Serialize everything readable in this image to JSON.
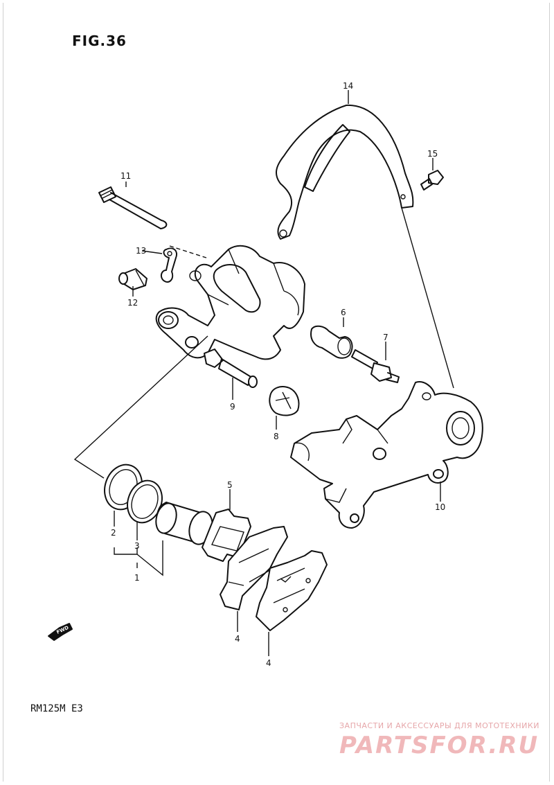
{
  "figure": {
    "title": "FIG.36"
  },
  "model": "RM125M E3",
  "direction_marker": "FWD",
  "callouts": [
    {
      "num": "1"
    },
    {
      "num": "2"
    },
    {
      "num": "3"
    },
    {
      "num": "4"
    },
    {
      "num": "4"
    },
    {
      "num": "5"
    },
    {
      "num": "6"
    },
    {
      "num": "7"
    },
    {
      "num": "8"
    },
    {
      "num": "9"
    },
    {
      "num": "10"
    },
    {
      "num": "11"
    },
    {
      "num": "12"
    },
    {
      "num": "13"
    },
    {
      "num": "14"
    },
    {
      "num": "15"
    }
  ],
  "watermark": {
    "tagline": "ЗАПЧАСТИ И АКСЕССУАРЫ ДЛЯ МОТОТЕХНИКИ",
    "logo": "PARTSFOR.RU",
    "color": "#f0b8ba"
  }
}
